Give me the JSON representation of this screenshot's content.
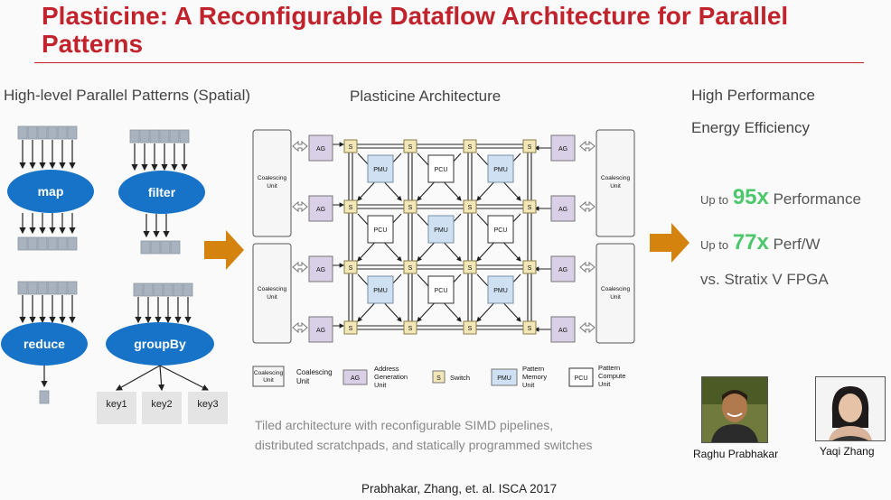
{
  "slide": {
    "title": "Plasticine: A Reconfigurable Dataflow Architecture for Parallel Patterns",
    "left_heading": "High-level Parallel Patterns (Spatial)",
    "center_heading": "Plasticine Architecture",
    "right_heading_1": "High Performance",
    "right_heading_2": "Energy Efficiency",
    "patterns": {
      "map": "map",
      "filter": "filter",
      "reduce": "reduce",
      "groupby": "groupBy",
      "key1": "key1",
      "key2": "key2",
      "key3": "key3"
    },
    "arch": {
      "coalescing": [
        "Coalescing",
        "Unit"
      ],
      "ag": "AG",
      "s": "S",
      "pmu": "PMU",
      "pcu": "PCU"
    },
    "legend": {
      "coalescing_box": [
        "Coalescing",
        "Unit"
      ],
      "coalescing_label": [
        "Coalescing",
        "Unit"
      ],
      "ag_box": "AG",
      "ag_label": [
        "Address",
        "Generation",
        "Unit"
      ],
      "s_box": "S",
      "s_label": "Switch",
      "pmu_box": "PMU",
      "pmu_label": [
        "Pattern",
        "Memory",
        "Unit"
      ],
      "pcu_box": "PCU",
      "pcu_label": [
        "Pattern",
        "Compute",
        "Unit"
      ]
    },
    "caption_line1": "Tiled architecture with reconfigurable SIMD pipelines,",
    "caption_line2": "distributed scratchpads, and statically programmed switches",
    "stats": {
      "upto": "Up to",
      "perf_value": "95x",
      "perf_label": "Performance",
      "eff_value": "77x",
      "eff_label": "Perf/W",
      "versus": "vs. Stratix V FPGA"
    },
    "people": {
      "person1": "Raghu Prabhakar",
      "person2": "Yaqi Zhang"
    },
    "citation": "Prabhakar, Zhang, et. al.  ISCA 2017"
  },
  "colors": {
    "title_red": "#c0232b",
    "pattern_blue": "#1673c8",
    "accent_green": "#4cc76b",
    "arrow_orange": "#d4830e",
    "ag_purple": "#d9cfe6",
    "pmu_blue": "#cfe0f2",
    "switch_yellow": "#f3e7b8"
  }
}
